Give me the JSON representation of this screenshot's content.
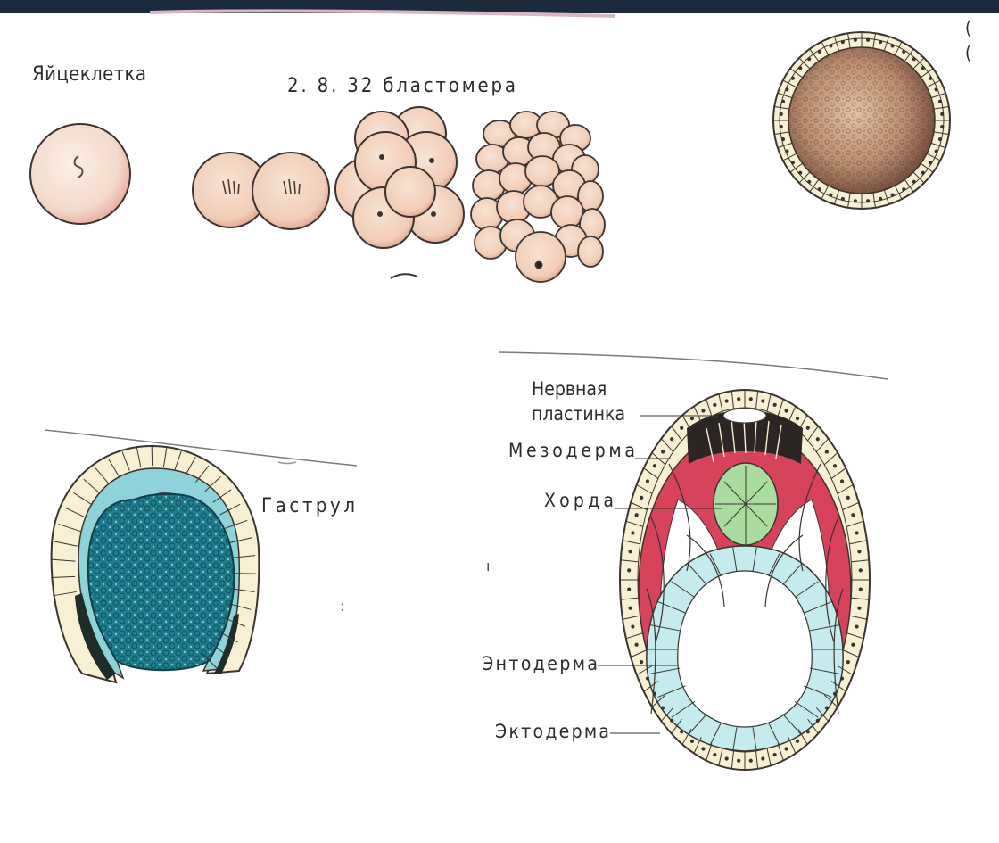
{
  "labels": {
    "egg": "Яйцеклетка",
    "blastomeres": "2. 8. 32 бластомера",
    "gastrula": "Гаструл",
    "neural_plate_line1": "Нервная",
    "neural_plate_line2": "пластинка",
    "mesoderm": "Мезодерма",
    "chorda": "Хорда",
    "entoderm": "Энтодерма",
    "ectoderm": "Эктодерма",
    "edge_fragment_1": "(",
    "edge_fragment_2": "("
  },
  "colors": {
    "top_bar": "#1c2a3d",
    "egg_fill": "#f4dccd",
    "egg_blush": "#e7a69a",
    "blastula_yolk": "#a1745c",
    "ectoderm_cell": "#f7f0d2",
    "gastrula_core": "#1d7e90",
    "gastrula_inner_ring": "#8fd2d9",
    "mesoderm_red": "#d6435a",
    "chorda_green": "#a9dc9d",
    "entoderm_cyan": "#c4ecef",
    "neural_dark": "#2b2623",
    "outline": "#3a3330"
  }
}
